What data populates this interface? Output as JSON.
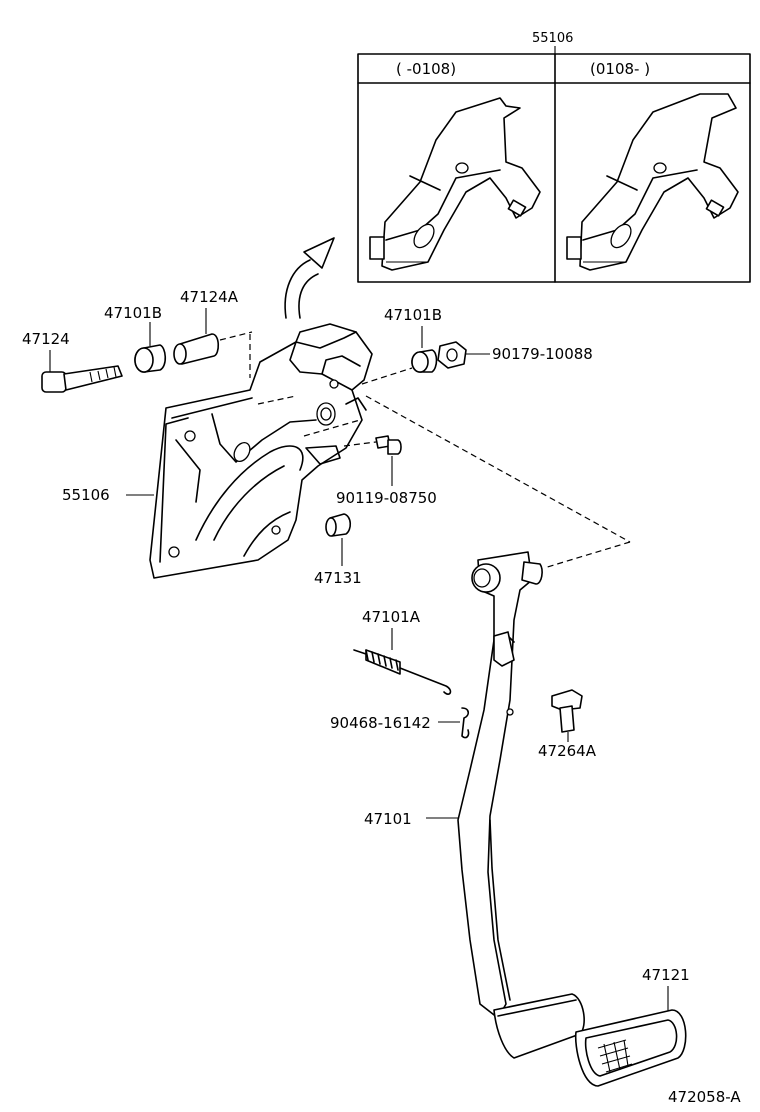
{
  "callouts": {
    "bracket_variant_ref": "55106",
    "variant_before": "(        -0108)",
    "variant_after": "(0108-         )",
    "bolt": "47124",
    "bushing_left": "47101B",
    "collar": "47124A",
    "bushing_right": "47101B",
    "nut": "90179-10088",
    "bracket": "55106",
    "screw": "90119-08750",
    "stopper": "47131",
    "spring": "47101A",
    "clip": "90468-16142",
    "pad_cushion": "47264A",
    "pedal_arm": "47101",
    "pedal_pad": "47121",
    "figure_id": "472058-A"
  }
}
